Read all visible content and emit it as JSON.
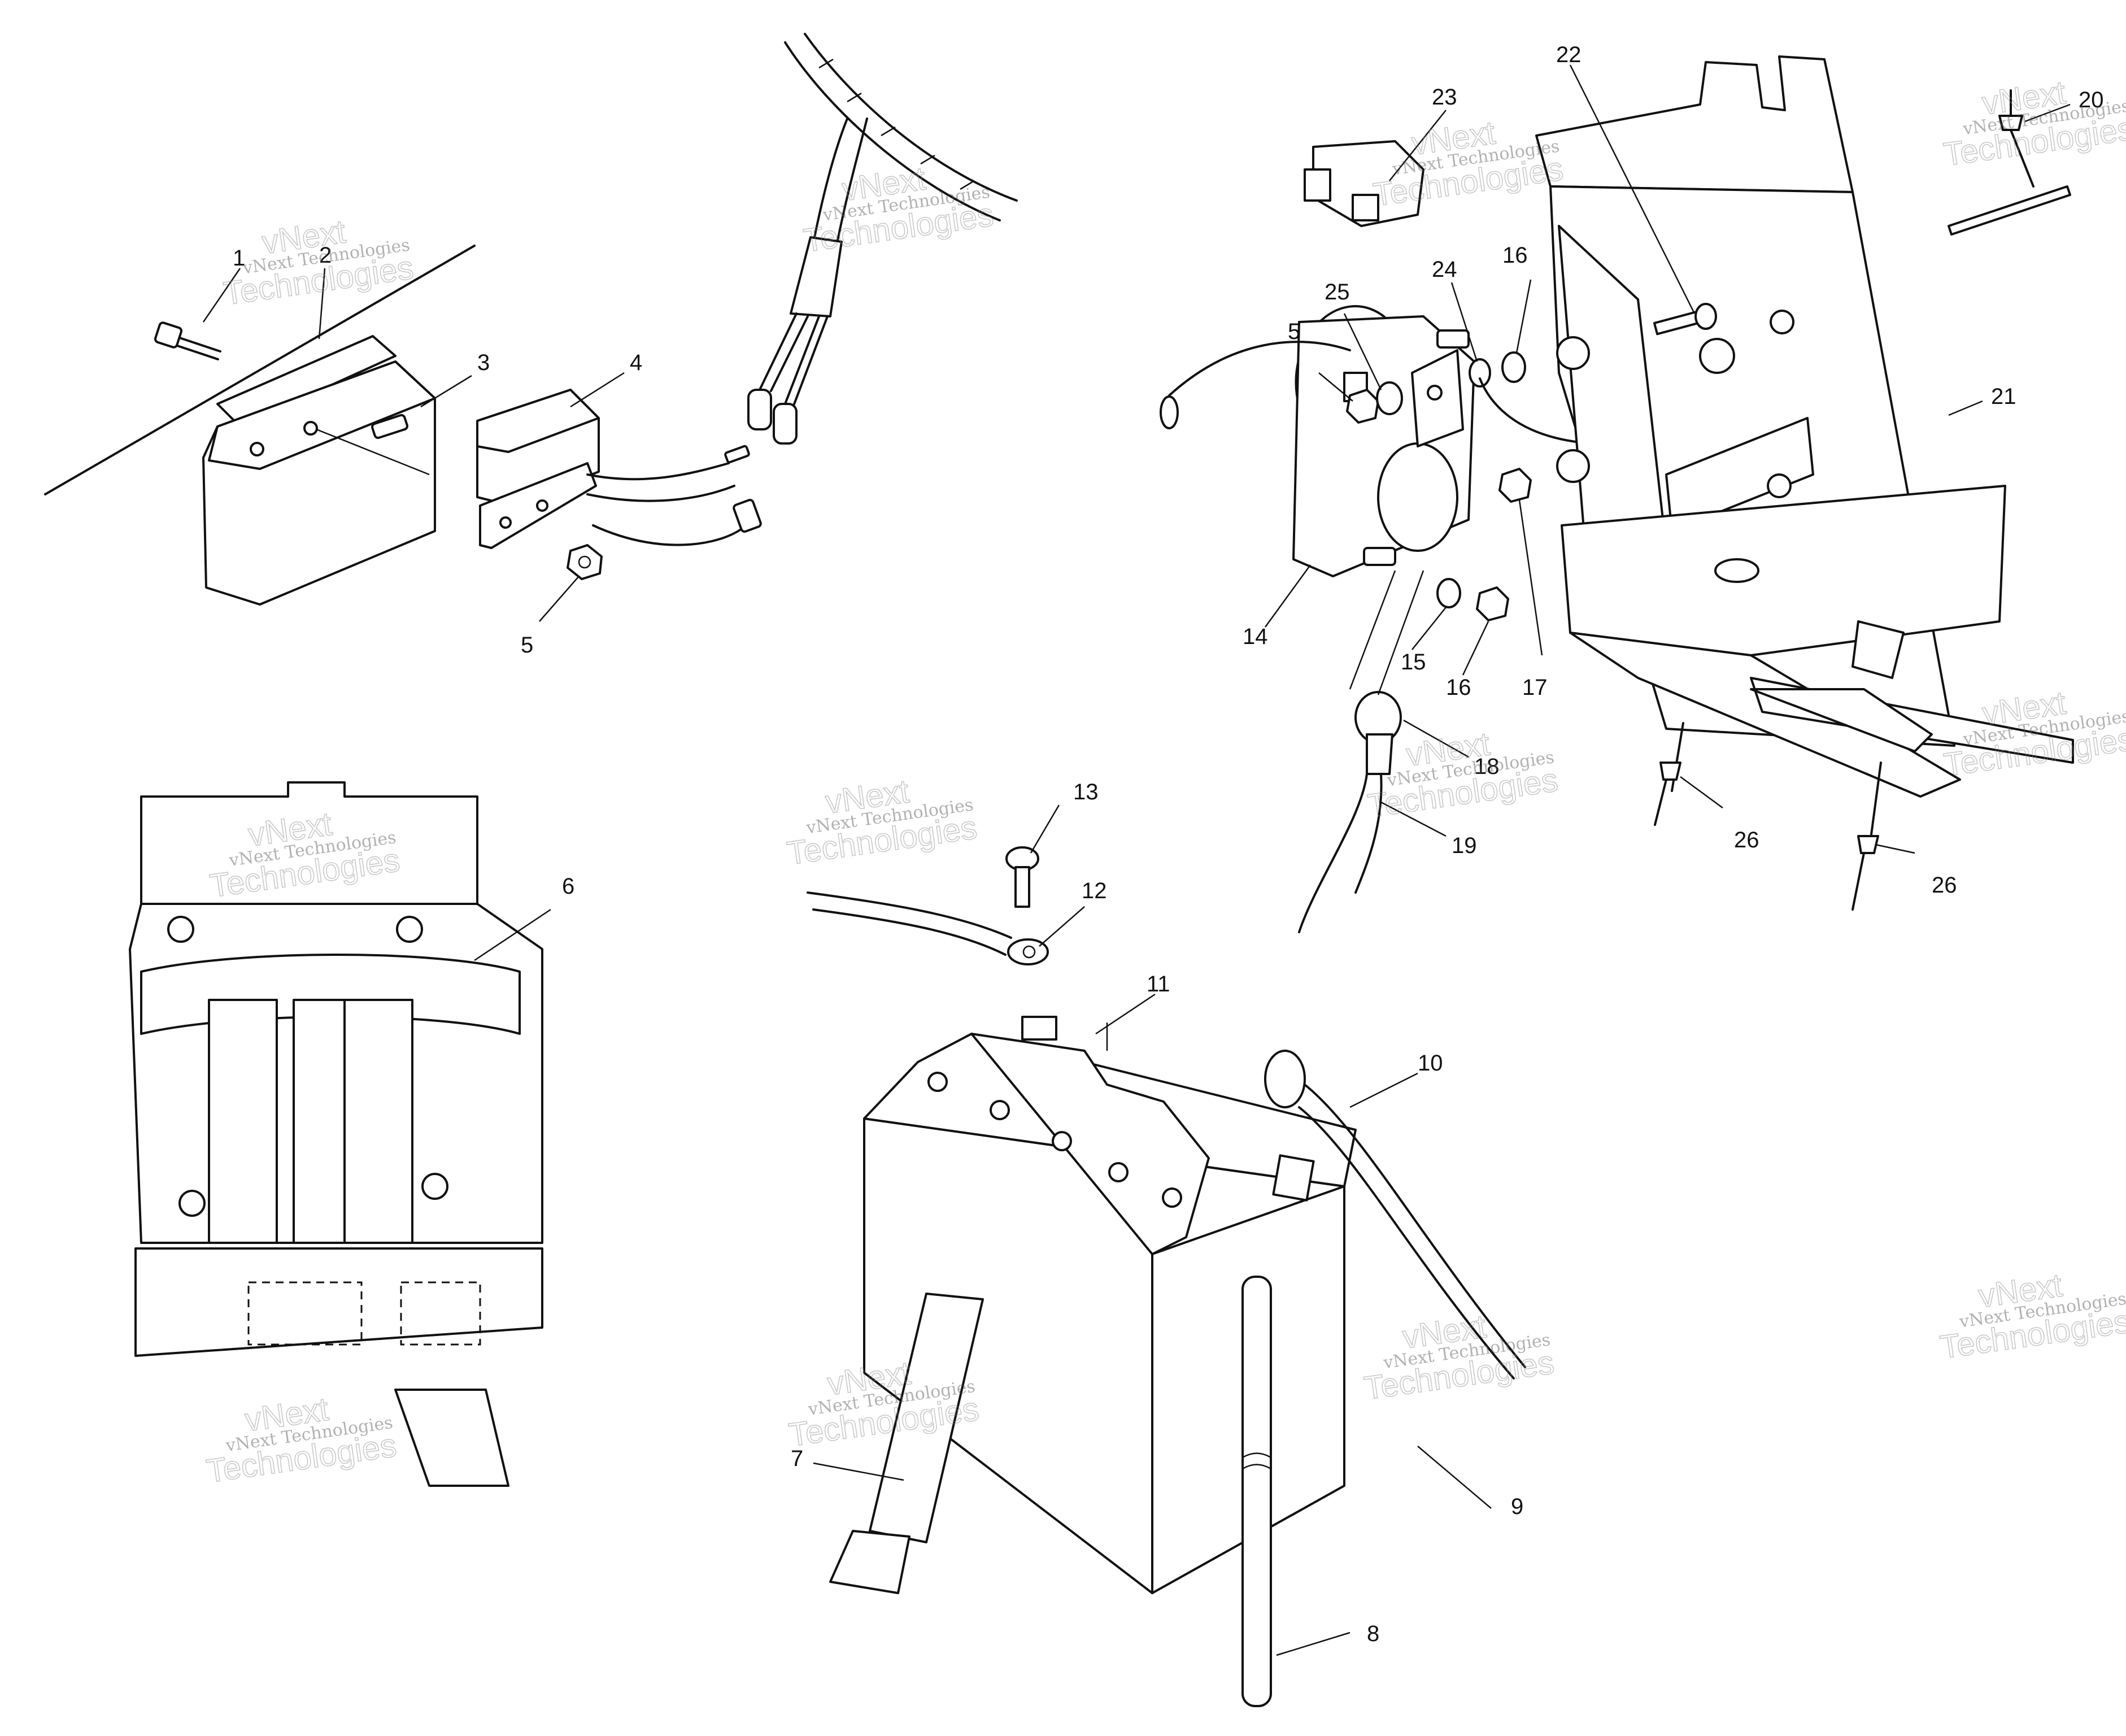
{
  "callouts": [
    {
      "id": "1",
      "label": "1"
    },
    {
      "id": "2",
      "label": "2"
    },
    {
      "id": "3",
      "label": "3"
    },
    {
      "id": "4",
      "label": "4"
    },
    {
      "id": "5a",
      "label": "5"
    },
    {
      "id": "5b",
      "label": "5"
    },
    {
      "id": "6",
      "label": "6"
    },
    {
      "id": "7",
      "label": "7"
    },
    {
      "id": "8",
      "label": "8"
    },
    {
      "id": "9",
      "label": "9"
    },
    {
      "id": "10",
      "label": "10"
    },
    {
      "id": "11",
      "label": "11"
    },
    {
      "id": "12",
      "label": "12"
    },
    {
      "id": "13",
      "label": "13"
    },
    {
      "id": "14",
      "label": "14"
    },
    {
      "id": "15",
      "label": "15"
    },
    {
      "id": "16a",
      "label": "16"
    },
    {
      "id": "16b",
      "label": "16"
    },
    {
      "id": "17",
      "label": "17"
    },
    {
      "id": "18",
      "label": "18"
    },
    {
      "id": "19",
      "label": "19"
    },
    {
      "id": "20",
      "label": "20"
    },
    {
      "id": "21",
      "label": "21"
    },
    {
      "id": "22",
      "label": "22"
    },
    {
      "id": "23",
      "label": "23"
    },
    {
      "id": "24",
      "label": "24"
    },
    {
      "id": "25",
      "label": "25"
    },
    {
      "id": "26a",
      "label": "26"
    },
    {
      "id": "26b",
      "label": "26"
    }
  ],
  "watermark": {
    "line1": "vNext Technologies",
    "line2": "vNext",
    "line3": "Technologies"
  }
}
